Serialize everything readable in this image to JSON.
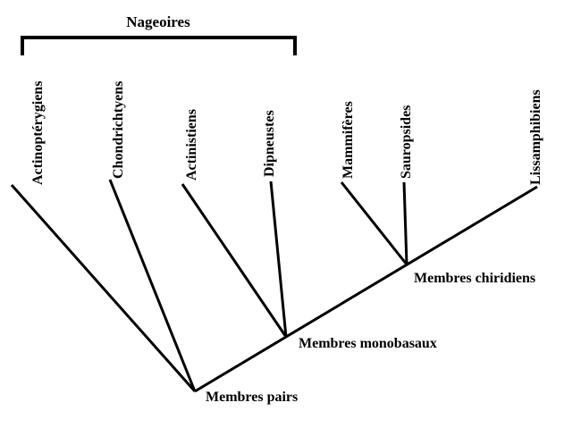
{
  "diagram": {
    "type": "cladogram",
    "bracket": {
      "label": "Nageoires",
      "spans_taxa": [
        "Actinoptérygiens",
        "Chondrichtyens",
        "Actinistiens",
        "Dipneustes"
      ]
    },
    "taxa": [
      {
        "label": "Actinoptérygiens"
      },
      {
        "label": "Chondrichtyens"
      },
      {
        "label": "Actinistiens"
      },
      {
        "label": "Dipneustes"
      },
      {
        "label": "Mammifères"
      },
      {
        "label": "Sauropsides"
      },
      {
        "label": "Lissamphibiens"
      }
    ],
    "nodes": [
      {
        "label": "Membres pairs"
      },
      {
        "label": "Membres monobasaux"
      },
      {
        "label": "Membres chiridiens"
      }
    ],
    "colors": {
      "line": "#000000",
      "background": "#ffffff",
      "text": "#000000"
    }
  }
}
